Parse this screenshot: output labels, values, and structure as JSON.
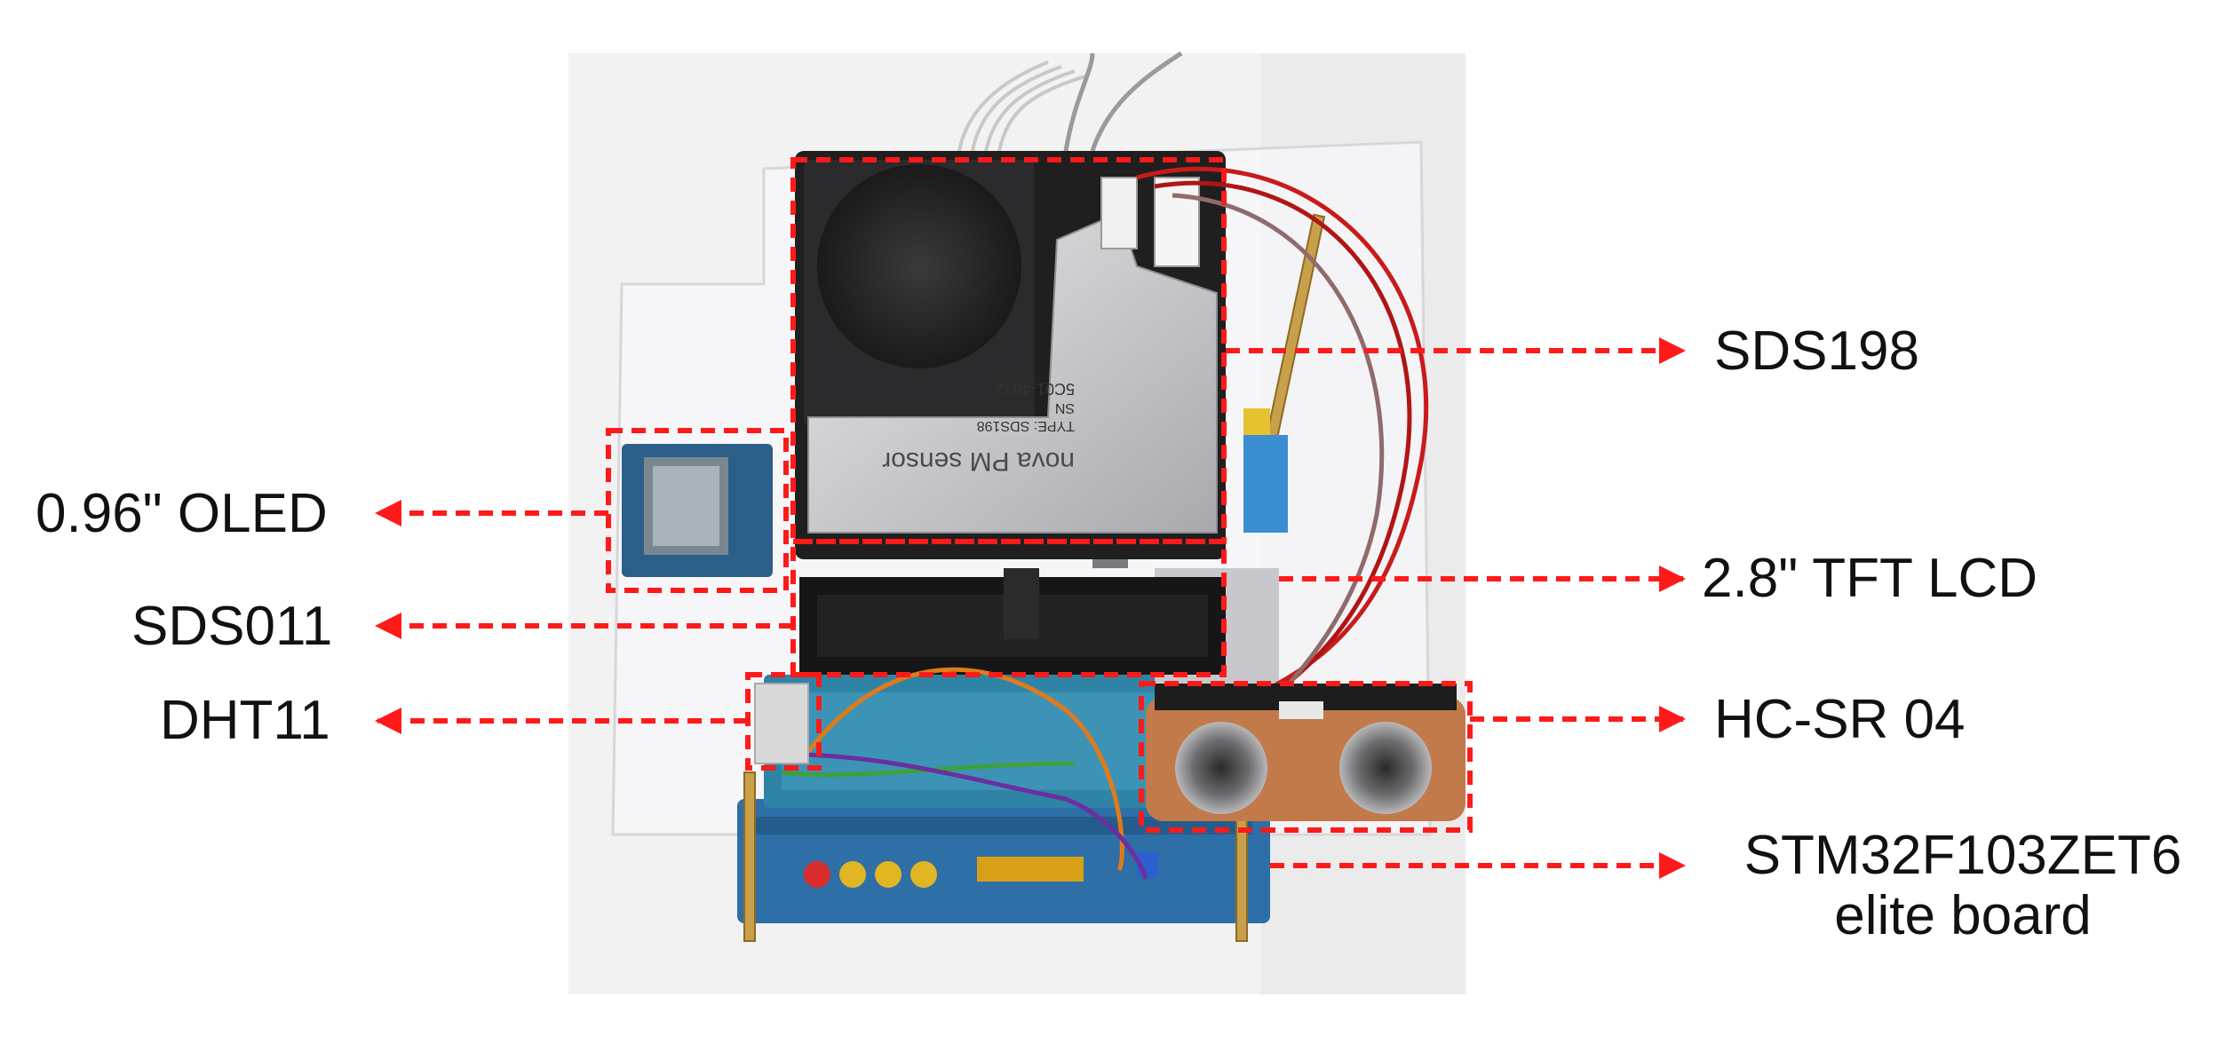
{
  "labels": {
    "sds198": "SDS198",
    "oled": "0.96\" OLED",
    "tft": "2.8\" TFT LCD",
    "sds011": "SDS011",
    "dht11": "DHT11",
    "hcsr04": "HC-SR 04",
    "board_line1": "STM32F103ZET6",
    "board_line2": "elite board"
  },
  "sensor_print": {
    "brand": "nova PM sensor",
    "type": "TYPE: SDS198",
    "sn": "SN",
    "serial": "5C01-4032"
  },
  "colors": {
    "annotation": "#ff1a1a",
    "text": "#111111"
  }
}
